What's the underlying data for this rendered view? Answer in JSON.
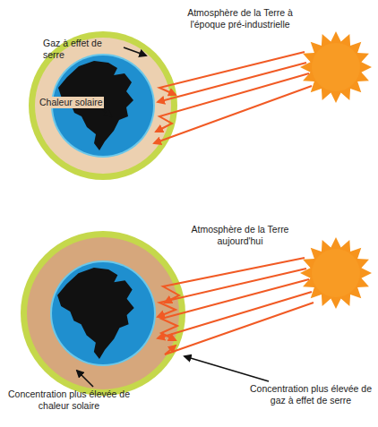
{
  "diagram": {
    "nodes": [
      {
        "text": [
          "Atmosphère de la Terre à l'époque pré-industrielle"
        ]
      },
      {
        "text": [
          "Atmosphère de la Terre aujourd'hui"
        ]
      }
    ],
    "labels": [
      "Gaz à effet de serre",
      "Chaleur solaire",
      "Concentration plus élevée de chaleur solaire",
      "Concentration plus élevée de gaz à effet de serre"
    ]
  }
}
